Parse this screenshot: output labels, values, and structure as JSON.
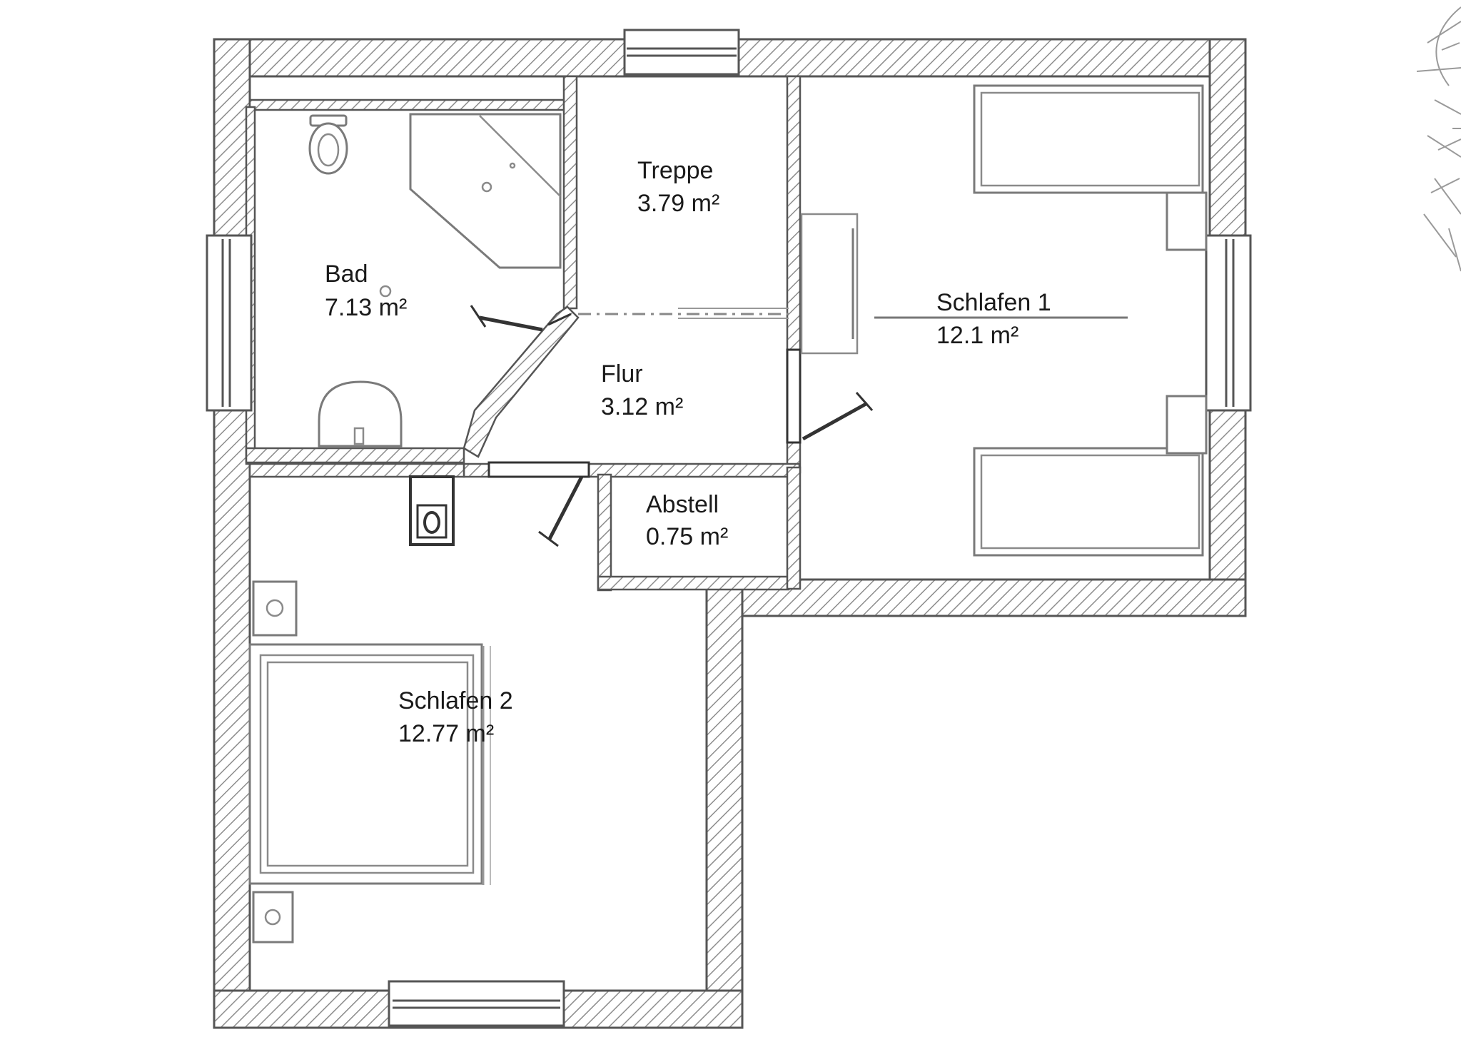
{
  "rooms": {
    "treppe": {
      "name": "Treppe",
      "area": "3.79 m²"
    },
    "bad": {
      "name": "Bad",
      "area": "7.13 m²"
    },
    "flur": {
      "name": "Flur",
      "area": "3.12 m²"
    },
    "schlafen1": {
      "name": "Schlafen 1",
      "area": "12.1 m²"
    },
    "abstell": {
      "name": "Abstell",
      "area": "0.75 m²"
    },
    "schlafen2": {
      "name": "Schlafen 2",
      "area": "12.77 m²"
    }
  },
  "colors": {
    "wall_stroke": "#555555",
    "hatch": "#8c8c8c",
    "fixture": "#7a7a7a",
    "background": "#ffffff"
  }
}
